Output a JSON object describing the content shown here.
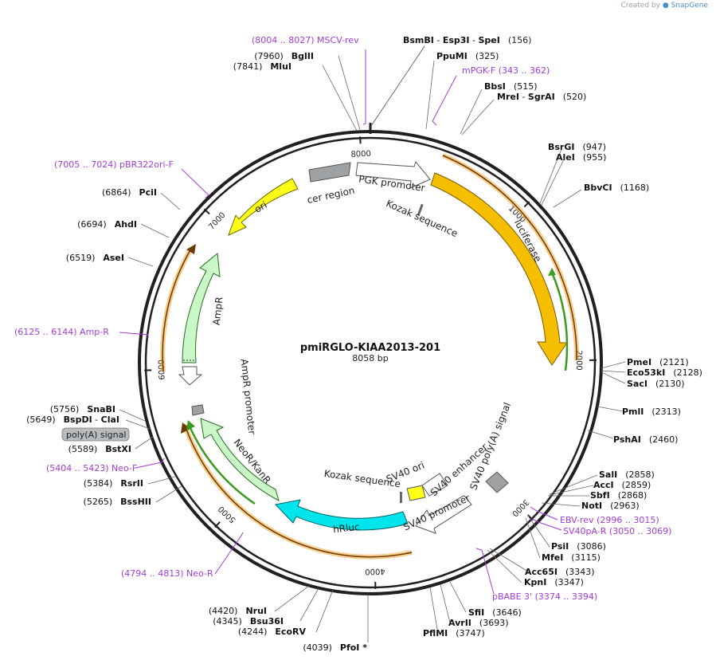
{
  "watermark": {
    "prefix": "Created by",
    "brand": "SnapGene"
  },
  "plasmid": {
    "name": "pmiRGLO-KIAA2013-201",
    "size": "8058 bp"
  },
  "ticks": [
    "1000",
    "2000",
    "3000",
    "4000",
    "5000",
    "6000",
    "7000",
    "8000"
  ],
  "sites": [
    {
      "name": "BsmBI",
      "sep": " - ",
      "name2": "Esp3I",
      "name3": "SpeI",
      "pos": "(156)"
    },
    {
      "name": "PpuMI",
      "pos": "(325)"
    },
    {
      "name": "BbsI",
      "pos": "(515)"
    },
    {
      "name": "MreI",
      "sep": " - ",
      "name2": "SgrAI",
      "pos": "(520)"
    },
    {
      "name": "BsrGI",
      "pos": "(947)"
    },
    {
      "name": "AleI",
      "pos": "(955)"
    },
    {
      "name": "BbvCI",
      "pos": "(1168)"
    },
    {
      "name": "PmeI",
      "pos": "(2121)"
    },
    {
      "name": "Eco53kI",
      "pos": "(2128)"
    },
    {
      "name": "SacI",
      "pos": "(2130)"
    },
    {
      "name": "PmlI",
      "pos": "(2313)"
    },
    {
      "name": "PshAI",
      "pos": "(2460)"
    },
    {
      "name": "SalI",
      "pos": "(2858)"
    },
    {
      "name": "AccI",
      "pos": "(2859)"
    },
    {
      "name": "SbfI",
      "pos": "(2868)"
    },
    {
      "name": "NotI",
      "pos": "(2963)"
    },
    {
      "name": "PsiI",
      "pos": "(3086)"
    },
    {
      "name": "MfeI",
      "pos": "(3115)"
    },
    {
      "name": "Acc65I",
      "pos": "(3343)"
    },
    {
      "name": "KpnI",
      "pos": "(3347)"
    },
    {
      "name": "SfiI",
      "pos": "(3646)"
    },
    {
      "name": "AvrII",
      "pos": "(3693)"
    },
    {
      "name": "PflMI",
      "pos": "(3747)"
    },
    {
      "name": "PfoI *",
      "pos": "(4039)"
    },
    {
      "name": "EcoRV",
      "pos": "(4244)"
    },
    {
      "name": "Bsu36I",
      "pos": "(4345)"
    },
    {
      "name": "NruI",
      "pos": "(4420)"
    },
    {
      "name": "BssHII",
      "pos": "(5265)"
    },
    {
      "name": "RsrII",
      "pos": "(5384)"
    },
    {
      "name": "BstXI",
      "pos": "(5589)"
    },
    {
      "name": "BspDI",
      "sep": " - ",
      "name2": "ClaI",
      "pos": "(5649)"
    },
    {
      "name": "SnaBI",
      "pos": "(5756)"
    },
    {
      "name": "AseI",
      "pos": "(6519)"
    },
    {
      "name": "AhdI",
      "pos": "(6694)"
    },
    {
      "name": "PciI",
      "pos": "(6864)"
    },
    {
      "name": "MluI",
      "pos": "(7841)"
    },
    {
      "name": "BglII",
      "pos": "(7960)"
    }
  ],
  "primers": [
    {
      "text": "(8004 .. 8027)  MSCV-rev"
    },
    {
      "text": "mPGK-F    (343 .. 362)"
    },
    {
      "text": "EBV-rev    (2996 .. 3015)"
    },
    {
      "text": "SV40pA-R    (3050 .. 3069)"
    },
    {
      "text": "pBABE 3'    (3374 .. 3394)"
    },
    {
      "text": "(4794 .. 4813)  Neo-R"
    },
    {
      "text": "(5404 .. 5423)  Neo-F"
    },
    {
      "text": "(6125 .. 6144)  Amp-R"
    },
    {
      "text": "(7005 .. 7024)  pBR322ori-F"
    }
  ],
  "features": {
    "cer_region": "cer region",
    "pgk_promoter": "PGK promoter",
    "kozak1": "Kozak sequence",
    "luciferase": "luciferase",
    "sv40_polyA": "SV40 poly(A) signal",
    "sv40_ori": "SV40 ori",
    "sv40_enhancer": "SV40 enhancer",
    "kozak2": "Kozak sequence",
    "sv40_promoter": "SV40 promoter",
    "hrluc": "hRluc",
    "neor": "NeoR/KanR",
    "polyA_badge": "poly(A) signal",
    "ampr_promoter": "AmpR promoter",
    "ampr": "AmpR",
    "ori": "ori"
  },
  "colors": {
    "backbone": "#231f20",
    "primer": "#a23bd6",
    "luciferase": "#f5bf00",
    "hrluc": "#00e4ec",
    "neor": "#c9f7c8",
    "ampr": "#c9f7c8",
    "ori": "#ffff1a",
    "cer": "#9ea2a5",
    "orf": "#f0a430",
    "orf_arrow": "#6a3a00",
    "green_line": "#3a9b1f"
  }
}
